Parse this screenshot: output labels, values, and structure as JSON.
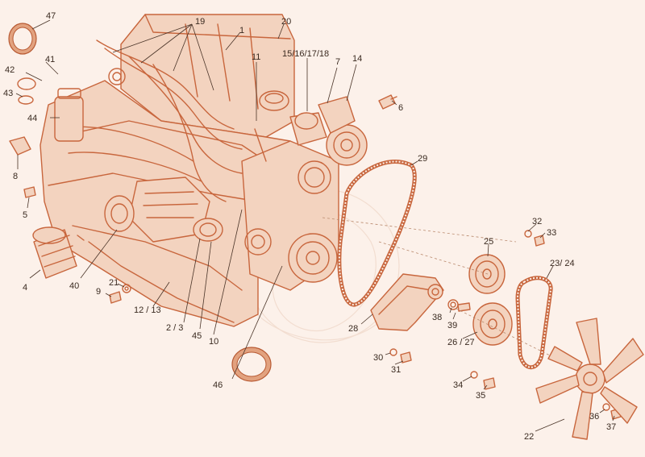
{
  "diagram": {
    "colors": {
      "background": "#fcf1ea",
      "line": "#c8663d",
      "fill": "#f3d3bf",
      "label": "#3a2a20"
    },
    "callouts": [
      {
        "id": "c47",
        "text": "47"
      },
      {
        "id": "c19",
        "text": "19"
      },
      {
        "id": "c20",
        "text": "20"
      },
      {
        "id": "c1",
        "text": "1"
      },
      {
        "id": "c42",
        "text": "42"
      },
      {
        "id": "c41",
        "text": "41"
      },
      {
        "id": "c43",
        "text": "43"
      },
      {
        "id": "c11",
        "text": "11"
      },
      {
        "id": "c15",
        "text": "15/16/17/18"
      },
      {
        "id": "c7",
        "text": "7"
      },
      {
        "id": "c14",
        "text": "14"
      },
      {
        "id": "c6",
        "text": "6"
      },
      {
        "id": "c44",
        "text": "44"
      },
      {
        "id": "c8",
        "text": "8"
      },
      {
        "id": "c5",
        "text": "5"
      },
      {
        "id": "c29",
        "text": "29"
      },
      {
        "id": "c32",
        "text": "32"
      },
      {
        "id": "c33",
        "text": "33"
      },
      {
        "id": "c25",
        "text": "25"
      },
      {
        "id": "c4",
        "text": "4"
      },
      {
        "id": "c40",
        "text": "40"
      },
      {
        "id": "c23",
        "text": "23/ 24"
      },
      {
        "id": "c21",
        "text": "21"
      },
      {
        "id": "c9",
        "text": "9"
      },
      {
        "id": "c12",
        "text": "12 / 13"
      },
      {
        "id": "c38",
        "text": "38"
      },
      {
        "id": "c39",
        "text": "39"
      },
      {
        "id": "c2",
        "text": "2 / 3"
      },
      {
        "id": "c45",
        "text": "45"
      },
      {
        "id": "c10",
        "text": "10"
      },
      {
        "id": "c28",
        "text": "28"
      },
      {
        "id": "c26",
        "text": "26 / 27"
      },
      {
        "id": "c30",
        "text": "30"
      },
      {
        "id": "c31",
        "text": "31"
      },
      {
        "id": "c46",
        "text": "46"
      },
      {
        "id": "c34",
        "text": "34"
      },
      {
        "id": "c35",
        "text": "35"
      },
      {
        "id": "c36",
        "text": "36"
      },
      {
        "id": "c37",
        "text": "37"
      },
      {
        "id": "c22",
        "text": "22"
      }
    ]
  }
}
